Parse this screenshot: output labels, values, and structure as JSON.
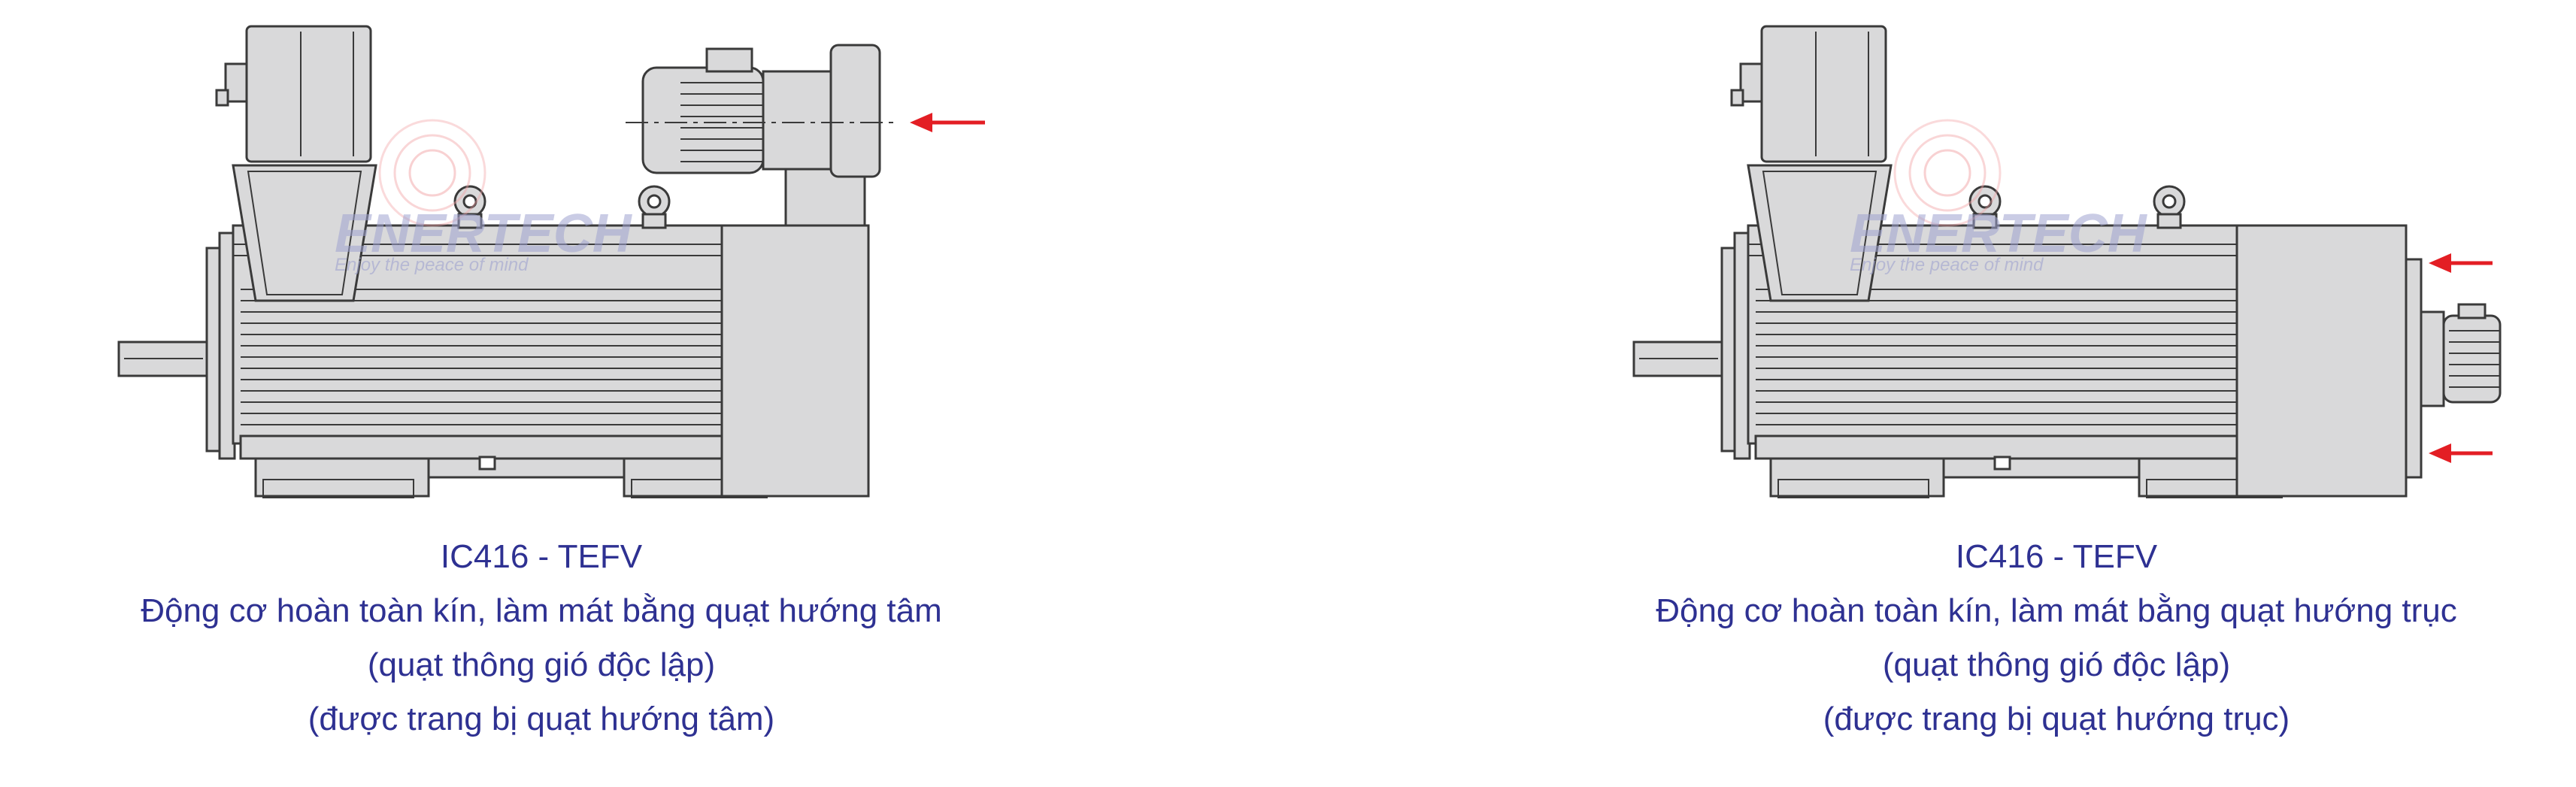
{
  "watermark": {
    "brand": "ENERTECH",
    "tagline": "Enjoy the peace of mind"
  },
  "panels": [
    {
      "code": "IC416 - TEFV",
      "line1": "Động cơ hoàn toàn kín, làm mát bằng quạt hướng tâm",
      "line2": "(quạt thông gió độc lập)",
      "line3": "(được trang bị quạt hướng tâm)"
    },
    {
      "code": "IC416 - TEFV",
      "line1": "Động cơ hoàn toàn kín, làm mát bằng quạt hướng trục",
      "line2": "(quạt thông gió độc lập)",
      "line3": "(được trang bị quạt hướng trục)"
    }
  ],
  "colors": {
    "body_fill": "#d9d9da",
    "line": "#3a3a3a",
    "arrow": "#e31e24",
    "caption": "#2e3192",
    "watermark": "#9fa3d0"
  }
}
